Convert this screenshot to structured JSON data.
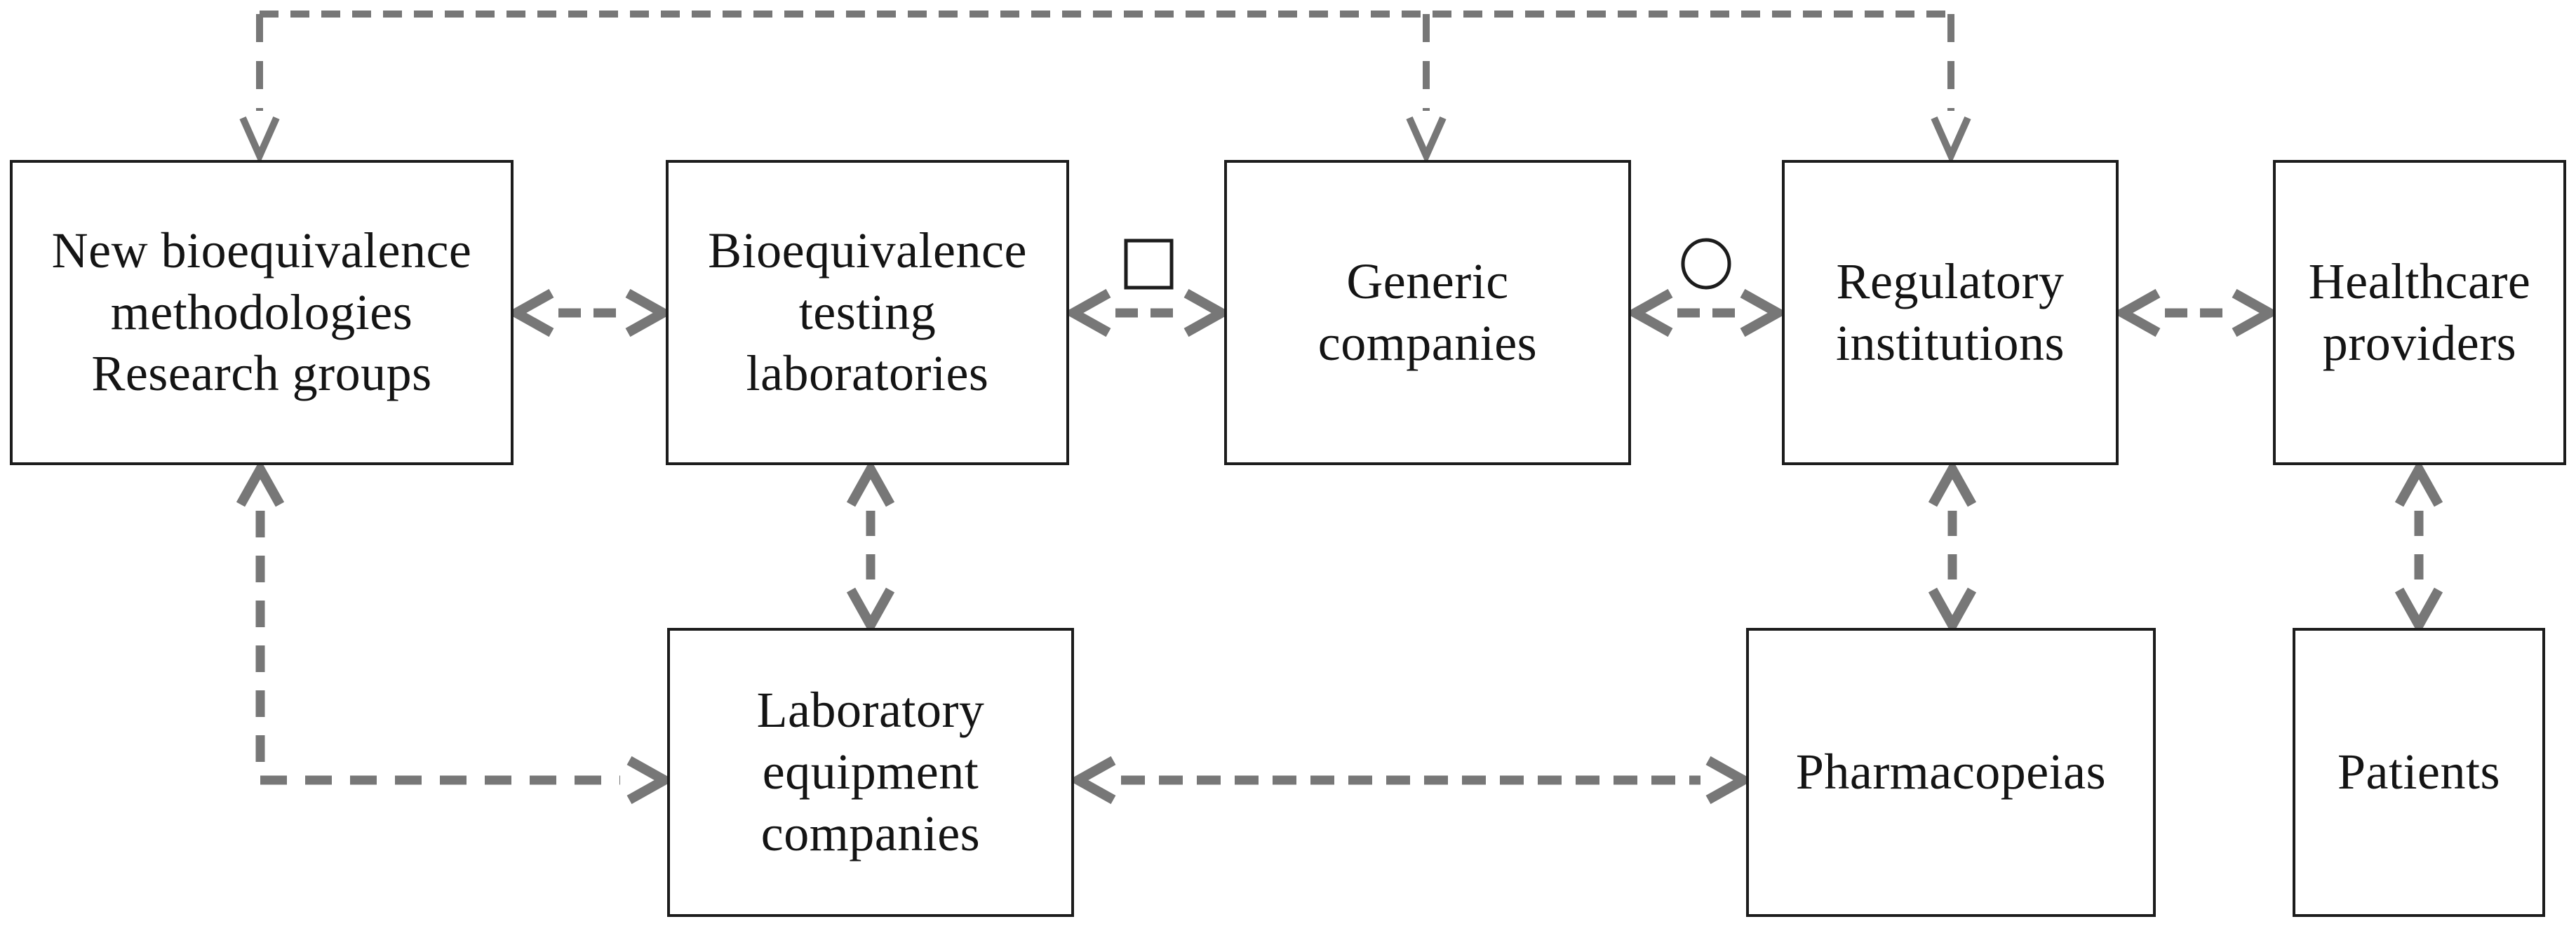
{
  "diagram": {
    "background": "#ffffff",
    "colors": {
      "arrow": "#777777",
      "line": "#1c1c1c",
      "text": "#141414"
    },
    "nodes": [
      {
        "id": "new-bioequivalence-methodologies-research-groups",
        "label": "New bioequivalence\nmethodologies\nResearch groups"
      },
      {
        "id": "bioequivalence-testing-laboratories",
        "label": "Bioequivalence\ntesting\nlaboratories"
      },
      {
        "id": "generic-companies",
        "label": "Generic\ncompanies"
      },
      {
        "id": "regulatory-institutions",
        "label": "Regulatory\ninstitutions"
      },
      {
        "id": "healthcare-providers",
        "label": "Healthcare\nproviders"
      },
      {
        "id": "laboratory-equipment-companies",
        "label": "Laboratory\nequipment\ncompanies"
      },
      {
        "id": "pharmacopeias",
        "label": "Pharmacopeias"
      },
      {
        "id": "patients",
        "label": "Patients"
      }
    ],
    "connectors": [
      {
        "id": "top-bus",
        "style": "dashed",
        "arrowheads_into": [
          "new-bioequivalence-methodologies-research-groups",
          "generic-companies",
          "regulatory-institutions"
        ],
        "description": "elbow distribution line along the top with three downward arrowheads"
      },
      {
        "id": "research-groups--testing-laboratories",
        "style": "dashed-double-arrow",
        "between": [
          "new-bioequivalence-methodologies-research-groups",
          "bioequivalence-testing-laboratories"
        ]
      },
      {
        "id": "testing-laboratories--generic-companies",
        "style": "dashed-double-arrow",
        "between": [
          "bioequivalence-testing-laboratories",
          "generic-companies"
        ],
        "symbol": "square"
      },
      {
        "id": "generic-companies--regulatory-institutions",
        "style": "dashed-double-arrow",
        "between": [
          "generic-companies",
          "regulatory-institutions"
        ],
        "symbol": "circle"
      },
      {
        "id": "regulatory-institutions--healthcare-providers",
        "style": "dashed-double-arrow",
        "between": [
          "regulatory-institutions",
          "healthcare-providers"
        ]
      },
      {
        "id": "testing-laboratories--laboratory-equipment-companies",
        "style": "dashed-double-arrow",
        "between": [
          "bioequivalence-testing-laboratories",
          "laboratory-equipment-companies"
        ]
      },
      {
        "id": "regulatory-institutions--pharmacopeias",
        "style": "dashed-double-arrow",
        "between": [
          "regulatory-institutions",
          "pharmacopeias"
        ]
      },
      {
        "id": "healthcare-providers--patients",
        "style": "dashed-double-arrow",
        "between": [
          "healthcare-providers",
          "patients"
        ]
      },
      {
        "id": "research-groups--laboratory-equipment-companies",
        "style": "dashed-double-arrow-elbow",
        "between": [
          "new-bioequivalence-methodologies-research-groups",
          "laboratory-equipment-companies"
        ]
      },
      {
        "id": "laboratory-equipment-companies--pharmacopeias",
        "style": "dashed-double-arrow",
        "between": [
          "laboratory-equipment-companies",
          "pharmacopeias"
        ]
      }
    ],
    "symbols": [
      {
        "id": "square",
        "shape": "open-square-outline",
        "on_connector": "testing-laboratories--generic-companies"
      },
      {
        "id": "circle",
        "shape": "open-circle-outline",
        "on_connector": "generic-companies--regulatory-institutions"
      }
    ]
  }
}
